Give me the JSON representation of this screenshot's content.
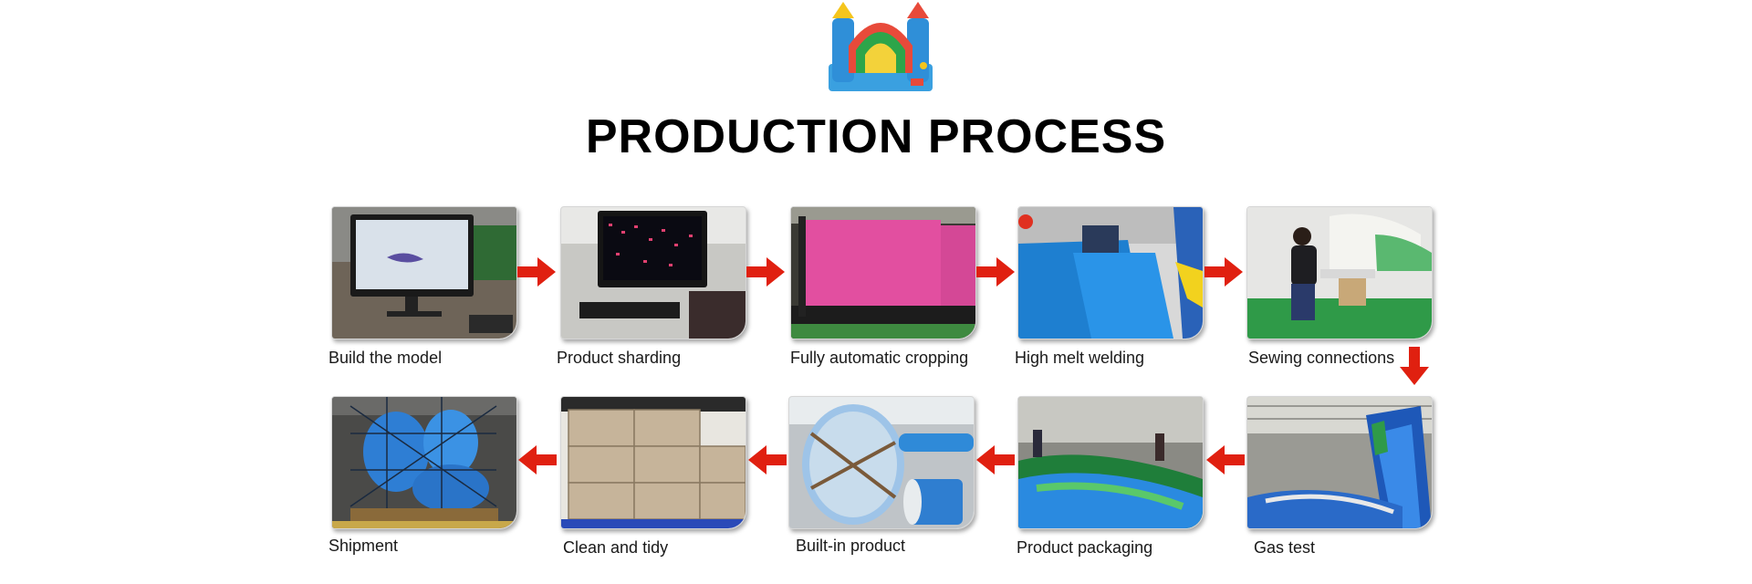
{
  "title": "PRODUCTION PROCESS",
  "logo_icon": "inflatable-bounce-castle-icon",
  "colors": {
    "arrow": "#e02010",
    "title": "#000000"
  },
  "steps_row1": [
    {
      "label": "Build the model",
      "image": "computer-modeling-photo"
    },
    {
      "label": "Product sharding",
      "image": "cad-sharding-photo"
    },
    {
      "label": "Fully automatic cropping",
      "image": "cutting-machine-photo"
    },
    {
      "label": "High melt welding",
      "image": "welding-photo"
    },
    {
      "label": "Sewing connections",
      "image": "sewing-photo"
    }
  ],
  "steps_row2": [
    {
      "label": "Shipment",
      "image": "cargo-shipment-photo"
    },
    {
      "label": "Clean and tidy",
      "image": "boxes-photo"
    },
    {
      "label": "Built-in product",
      "image": "wrapped-product-photo"
    },
    {
      "label": "Product packaging",
      "image": "packaging-photo"
    },
    {
      "label": "Gas test",
      "image": "inflated-slide-photo"
    }
  ]
}
